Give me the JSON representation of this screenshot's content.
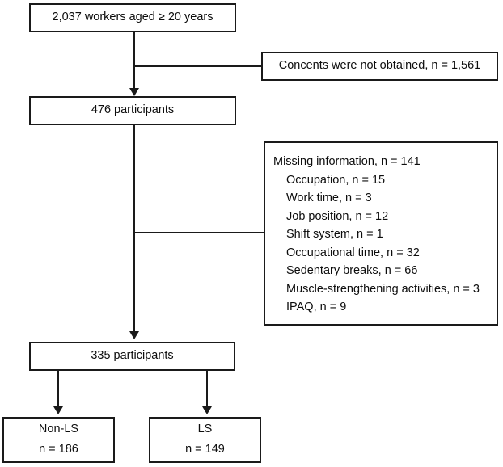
{
  "diagram": {
    "type": "participant-flow-chart",
    "nodes": {
      "total_workers": "2,037 workers aged ≥ 20 years",
      "no_consent": "Concents were not obtained, n = 1,561",
      "participants_476": "476 participants",
      "participants_335": "335 participants",
      "non_ls_label": "Non-LS",
      "non_ls_count": "n = 186",
      "ls_label": "LS",
      "ls_count": "n = 149"
    },
    "missing_information": {
      "header": "Missing information, n = 141",
      "items": [
        "Occupation, n = 15",
        "Work time, n = 3",
        "Job position, n = 12",
        "Shift system, n = 1",
        "Occupational time, n = 32",
        "Sedentary breaks, n = 66",
        "Muscle-strengthening activities, n = 3",
        "IPAQ, n = 9"
      ]
    },
    "colors": {
      "stroke": "#1a1a1a",
      "background": "#ffffff",
      "text": "#0d0d0d"
    }
  }
}
